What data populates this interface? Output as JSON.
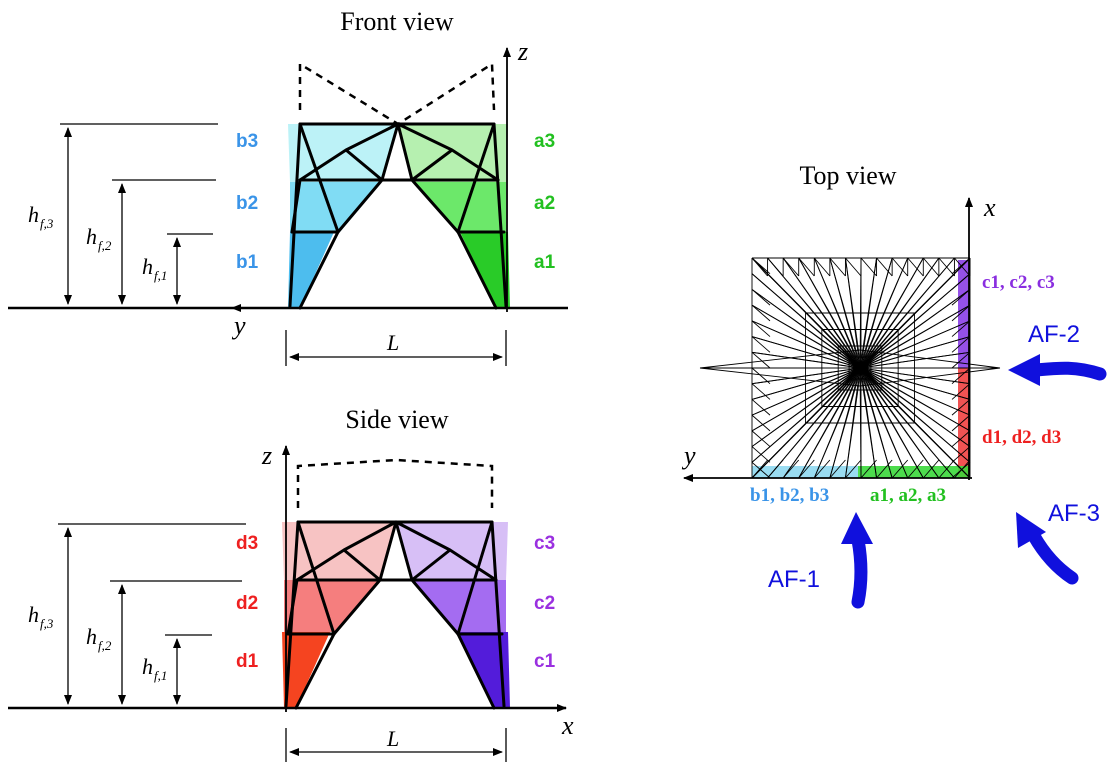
{
  "front_view": {
    "title": "Front view",
    "axis_vertical": "z",
    "axis_horizontal": "y",
    "span_label": "L",
    "heights": [
      {
        "main": "h",
        "sub": "f,3"
      },
      {
        "main": "h",
        "sub": "f,2"
      },
      {
        "main": "h",
        "sub": "f,1"
      }
    ],
    "left_panels": [
      "b3",
      "b2",
      "b1"
    ],
    "right_panels": [
      "a3",
      "a2",
      "a1"
    ]
  },
  "side_view": {
    "title": "Side view",
    "axis_vertical": "z",
    "axis_horizontal": "x",
    "span_label": "L",
    "heights": [
      {
        "main": "h",
        "sub": "f,3"
      },
      {
        "main": "h",
        "sub": "f,2"
      },
      {
        "main": "h",
        "sub": "f,1"
      }
    ],
    "left_panels": [
      "d3",
      "d2",
      "d1"
    ],
    "right_panels": [
      "c3",
      "c2",
      "c1"
    ]
  },
  "top_view": {
    "title": "Top view",
    "axis_vertical": "x",
    "axis_horizontal": "y",
    "groups": {
      "c": "c1, c2, c3",
      "d": "d1, d2, d3",
      "b": "b1, b2, b3",
      "a": "a1, a2, a3"
    },
    "forces": [
      "AF-1",
      "AF-2",
      "AF-3"
    ]
  },
  "colors": {
    "a": "#22c020",
    "b": "#3aa0e8",
    "c": "#9a30e0",
    "d": "#ee3030",
    "force": "#1010dd"
  }
}
